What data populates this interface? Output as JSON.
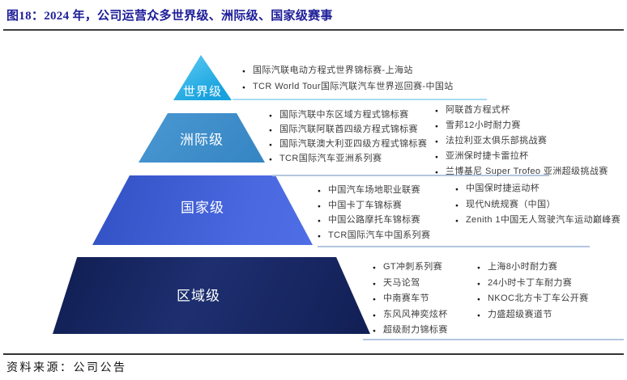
{
  "figure": {
    "title": "图18：2024 年，公司运营众多世界级、洲际级、国家级赛事",
    "source": "资料来源：公司公告"
  },
  "colors": {
    "title_text": "#1e1e99",
    "header_rule": "#3d3d3d",
    "bullet_text": "#3d3d3d",
    "sep_world": "#a9dcf4",
    "sep_other": "#b3c6e0",
    "level_world": "#1fa7e1",
    "level_continental": "#3e8ecb",
    "level_national": "#4361d8",
    "level_regional": "#17255e"
  },
  "pyramid": {
    "levels": [
      {
        "name": "world",
        "label": "世界级",
        "fill": "linear-gradient(150deg,#5fcdf4 0%,#17a1de 80%)"
      },
      {
        "name": "continental",
        "label": "洲际级",
        "fill": "linear-gradient(135deg,#4a98d2 0%,#3585c3 100%)"
      },
      {
        "name": "national",
        "label": "国家级",
        "fill": "linear-gradient(105deg,#3150c3 0%,#4a69e0 70%,#4f6ee6 100%)"
      },
      {
        "name": "regional",
        "label": "区域级",
        "fill": "linear-gradient(115deg,#0f1d50 0%,#1e2f70 45%,#121f55 100%)"
      }
    ]
  },
  "events": {
    "world": {
      "col1": [
        "国际汽联电动方程式世界锦标赛-上海站",
        "TCR World Tour国际汽联汽车世界巡回赛-中国站"
      ]
    },
    "continental": {
      "col1": [
        "国际汽联中东区域方程式锦标赛",
        "国际汽联阿联酋四级方程式锦标赛",
        "国际汽联澳大利亚四级方程式锦标赛",
        "TCR国际汽车亚洲系列赛"
      ],
      "col2": [
        "阿联酋方程式杯",
        "雪邦12小时耐力赛",
        "法拉利亚太俱乐部挑战赛",
        "亚洲保时捷卡雷拉杯",
        "兰博基尼 Super Trofeo 亚洲超级挑战赛"
      ]
    },
    "national": {
      "col1": [
        "中国汽车场地职业联赛",
        "中国卡丁车锦标赛",
        "中国公路摩托车锦标赛",
        "TCR国际汽车中国系列赛"
      ],
      "col2": [
        "中国保时捷运动杯",
        "现代N统规赛（中国）",
        "Zenith 1中国无人驾驶汽车运动巅峰赛"
      ]
    },
    "regional": {
      "col1": [
        "GT冲刺系列赛",
        "天马论驾",
        "中南赛车节",
        "东风风神奕炫杯",
        "超级耐力锦标赛"
      ],
      "col2": [
        "上海8小时耐力赛",
        "24小时卡丁车耐力赛",
        "NKOC北方卡丁车公开赛",
        "力盛超级赛道节"
      ]
    }
  }
}
